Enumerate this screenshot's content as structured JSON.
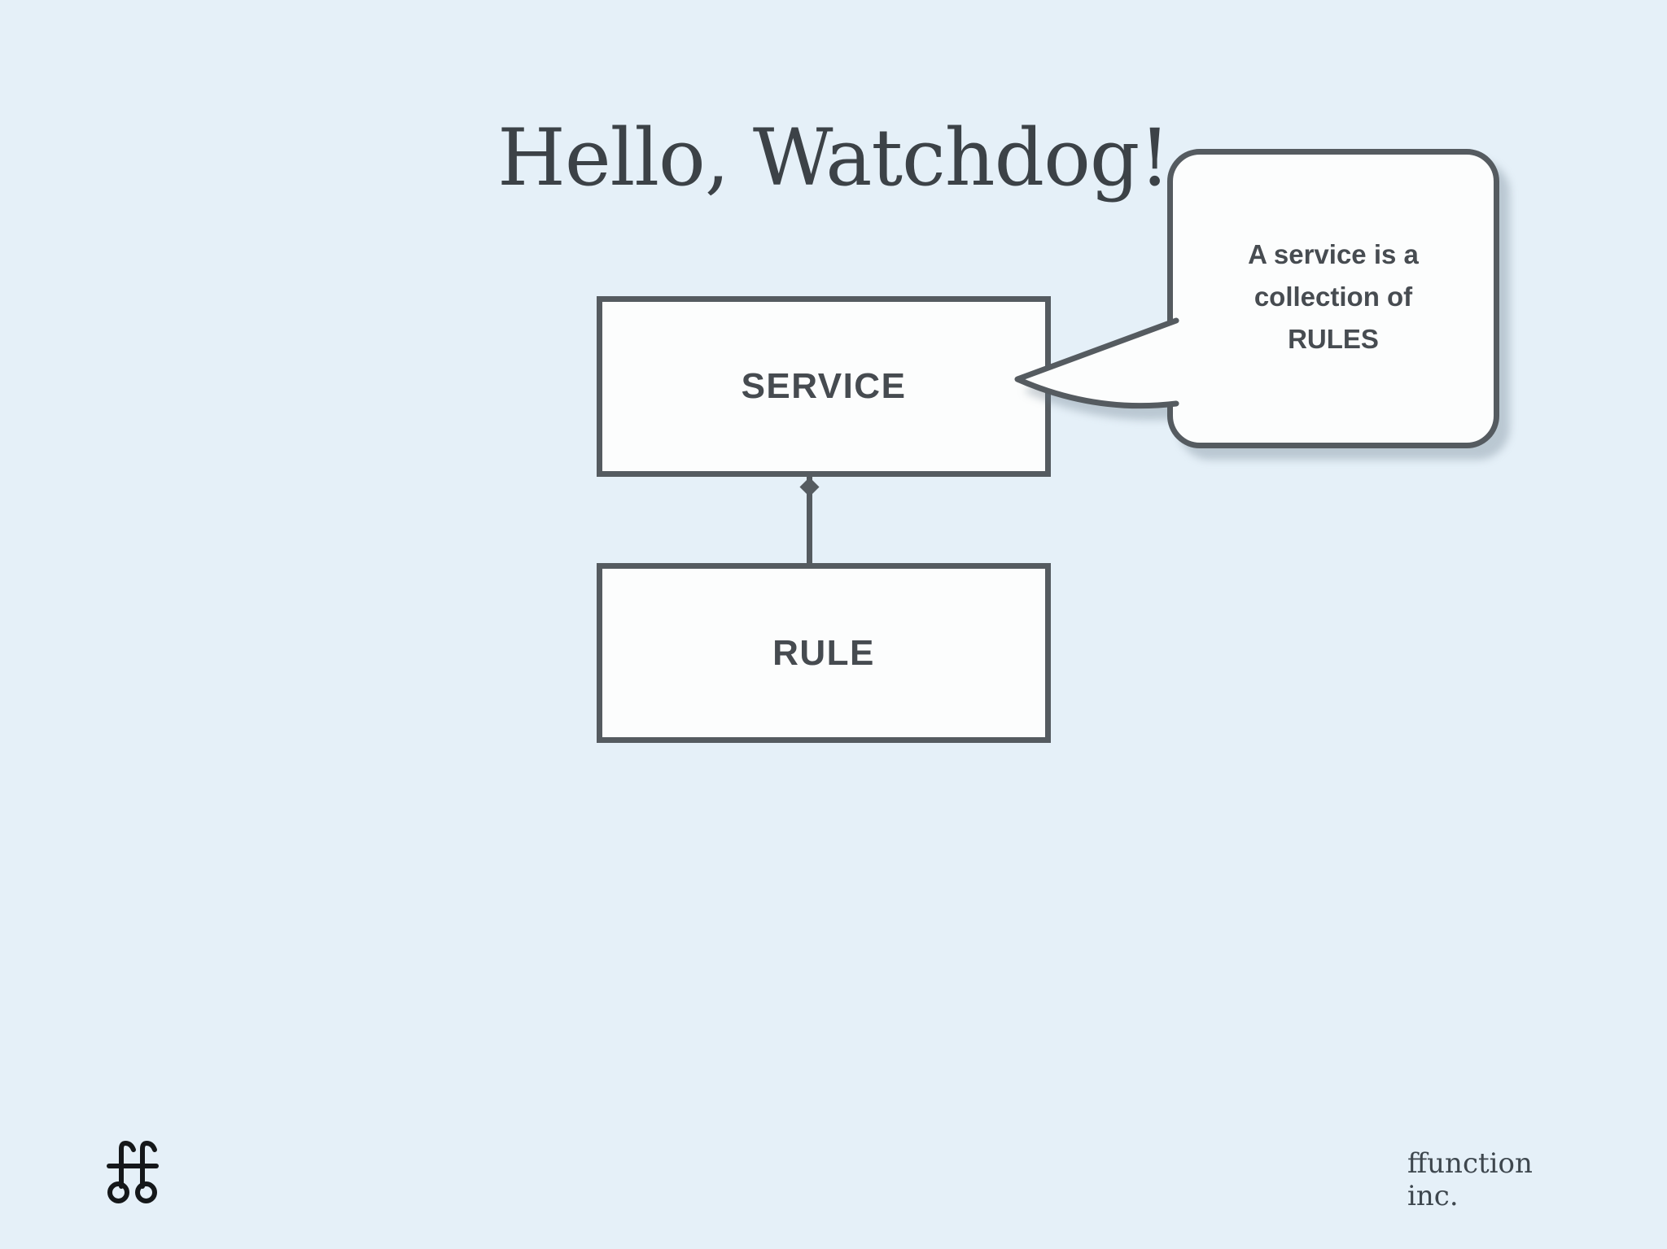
{
  "slide": {
    "title": "Hello, Watchdog!"
  },
  "diagram": {
    "nodes": [
      {
        "id": "service",
        "label": "SERVICE"
      },
      {
        "id": "rule",
        "label": "RULE"
      }
    ],
    "connector": {
      "from": "rule",
      "to": "service",
      "style": "composition-diamond"
    }
  },
  "callout": {
    "lines": [
      "A service is a",
      "collection of",
      "RULES"
    ]
  },
  "footer": {
    "logo_name": "ffunction-logo",
    "company_lines": [
      "ffunction",
      "inc."
    ]
  },
  "colors": {
    "background": "#e5f0f8",
    "node_fill": "#fcfdfd",
    "stroke": "#555b60",
    "title_text": "#3c4247",
    "label_text": "#464b50",
    "callout_text": "#474c51",
    "footer_text": "#3e474e",
    "logo": "#15181a"
  }
}
